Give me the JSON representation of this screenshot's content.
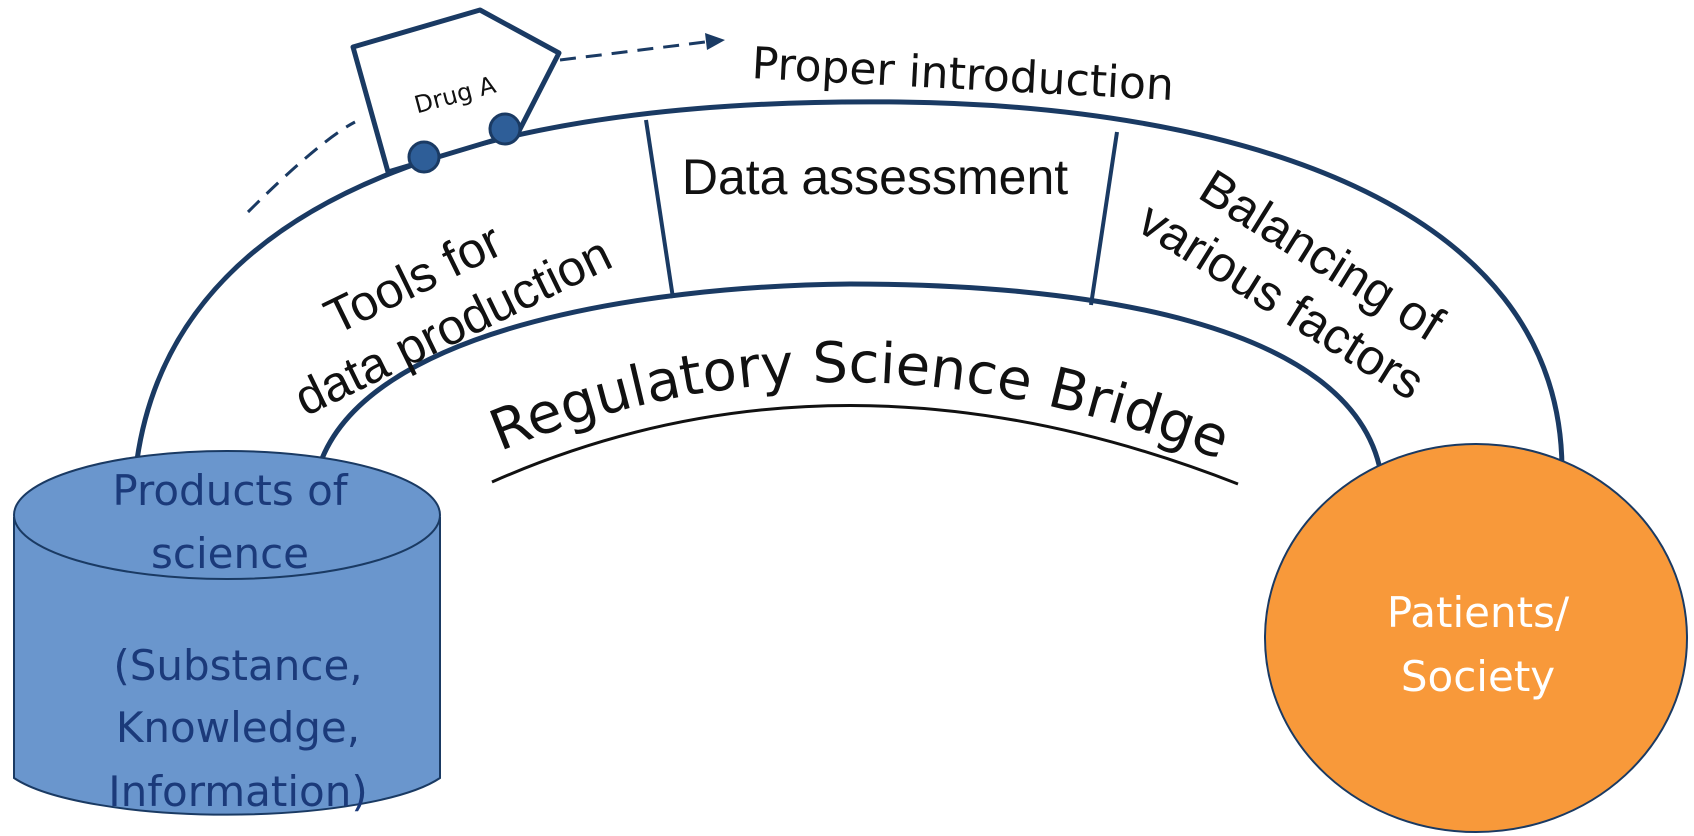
{
  "vehicle": {
    "label": "Drug A"
  },
  "destination_text": "Proper introduction",
  "bridge": {
    "title": "Regulatory Science Bridge",
    "segments": {
      "left": {
        "line1": "Tools for",
        "line2": "data production"
      },
      "middle": {
        "label": "Data assessment"
      },
      "right": {
        "line1": "Balancing of",
        "line2": "various factors"
      }
    }
  },
  "source": {
    "line1": "Products of",
    "line2": "science",
    "line3": "(Substance,",
    "line4": "Knowledge,",
    "line5": "Information)"
  },
  "target": {
    "line1": "Patients/",
    "line2": "Society"
  },
  "colors": {
    "bridge_stroke": "#1a3a63",
    "cylinder_fill": "#6a96cd",
    "cylinder_text": "#1b3a7a",
    "circle_fill": "#f8993a",
    "circle_text": "#ffffff",
    "wheel_fill": "#2e5e98"
  }
}
